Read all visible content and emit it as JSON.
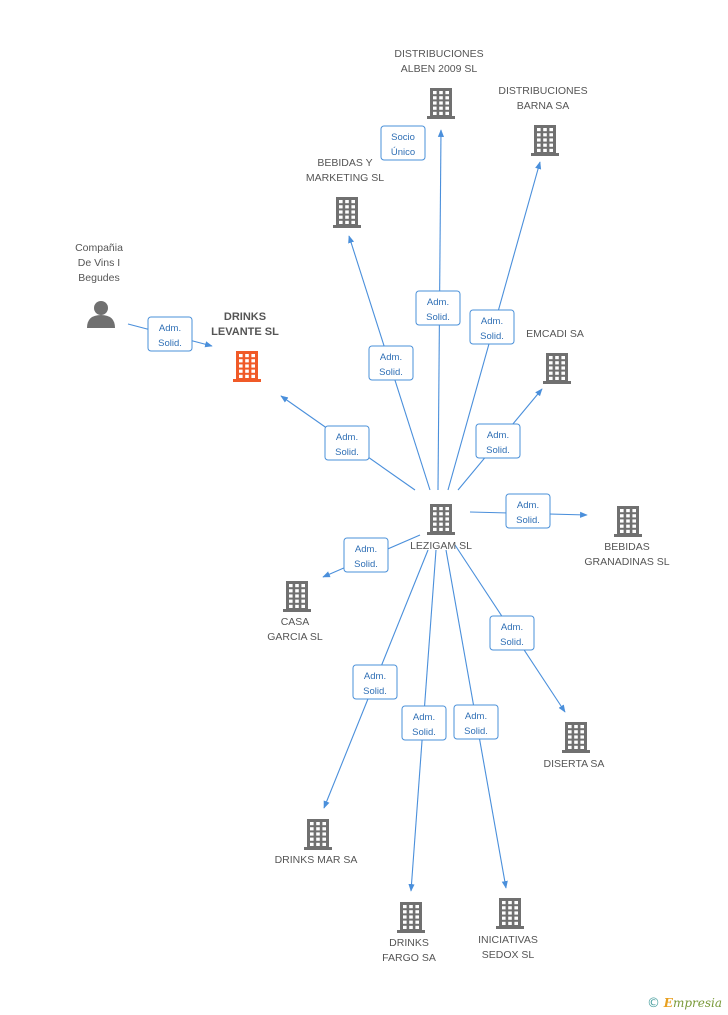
{
  "nodes": [
    {
      "id": "lezigam",
      "type": "company",
      "label": [
        "LEZIGAM SL"
      ],
      "focus": false
    },
    {
      "id": "drinks_levante",
      "type": "company",
      "label": [
        "DRINKS",
        "LEVANTE SL"
      ],
      "focus": true
    },
    {
      "id": "compania_vins",
      "type": "person",
      "label": [
        "Compañia",
        "De Vins I",
        "Begudes"
      ],
      "focus": false
    },
    {
      "id": "distribuciones_alben",
      "type": "company",
      "label": [
        "DISTRIBUCIONES",
        "ALBEN 2009  SL"
      ],
      "focus": false
    },
    {
      "id": "distribuciones_barna",
      "type": "company",
      "label": [
        "DISTRIBUCIONES",
        "BARNA SA"
      ],
      "focus": false
    },
    {
      "id": "bebidas_marketing",
      "type": "company",
      "label": [
        "BEBIDAS Y",
        "MARKETING  SL"
      ],
      "focus": false
    },
    {
      "id": "emcadi",
      "type": "company",
      "label": [
        "EMCADI SA"
      ],
      "focus": false
    },
    {
      "id": "bebidas_granadinas",
      "type": "company",
      "label": [
        "BEBIDAS",
        "GRANADINAS SL"
      ],
      "focus": false
    },
    {
      "id": "casa_garcia",
      "type": "company",
      "label": [
        "CASA",
        "GARCIA SL"
      ],
      "focus": false
    },
    {
      "id": "diserta",
      "type": "company",
      "label": [
        "DISERTA SA"
      ],
      "focus": false
    },
    {
      "id": "drinks_mar",
      "type": "company",
      "label": [
        "DRINKS MAR SA"
      ],
      "focus": false
    },
    {
      "id": "drinks_fargo",
      "type": "company",
      "label": [
        "DRINKS",
        "FARGO SA"
      ],
      "focus": false
    },
    {
      "id": "iniciativas_sedox",
      "type": "company",
      "label": [
        "INICIATIVAS",
        "SEDOX SL"
      ],
      "focus": false
    }
  ],
  "edges": [
    {
      "from": "compania_vins",
      "to": "drinks_levante",
      "label": [
        "Adm.",
        "Solid."
      ]
    },
    {
      "from": "lezigam",
      "to": "drinks_levante",
      "label": [
        "Adm.",
        "Solid."
      ]
    },
    {
      "from": "lezigam",
      "to": "distribuciones_alben",
      "label": [
        "Adm.",
        "Solid."
      ]
    },
    {
      "from": "lezigam",
      "to": "distribuciones_alben",
      "label": [
        "Socio",
        "Único"
      ]
    },
    {
      "from": "lezigam",
      "to": "distribuciones_barna",
      "label": [
        "Adm.",
        "Solid."
      ]
    },
    {
      "from": "lezigam",
      "to": "bebidas_marketing",
      "label": [
        "Adm.",
        "Solid."
      ]
    },
    {
      "from": "lezigam",
      "to": "emcadi",
      "label": [
        "Adm.",
        "Solid."
      ]
    },
    {
      "from": "lezigam",
      "to": "bebidas_granadinas",
      "label": [
        "Adm.",
        "Solid."
      ]
    },
    {
      "from": "lezigam",
      "to": "casa_garcia",
      "label": [
        "Adm.",
        "Solid."
      ]
    },
    {
      "from": "lezigam",
      "to": "diserta",
      "label": [
        "Adm.",
        "Solid."
      ]
    },
    {
      "from": "lezigam",
      "to": "drinks_mar",
      "label": [
        "Adm.",
        "Solid."
      ]
    },
    {
      "from": "lezigam",
      "to": "drinks_fargo",
      "label": [
        "Adm.",
        "Solid."
      ]
    },
    {
      "from": "lezigam",
      "to": "iniciativas_sedox",
      "label": [
        "Adm.",
        "Solid."
      ]
    }
  ],
  "colors": {
    "company_icon": "#707070",
    "focus_icon": "#f05a28",
    "person_icon": "#707070",
    "edge": "#4a8fdb",
    "edge_label_text": "#2f6fb5"
  },
  "credit": {
    "symbol": "©",
    "brand_initial": "E",
    "brand_rest": "mpresia"
  }
}
